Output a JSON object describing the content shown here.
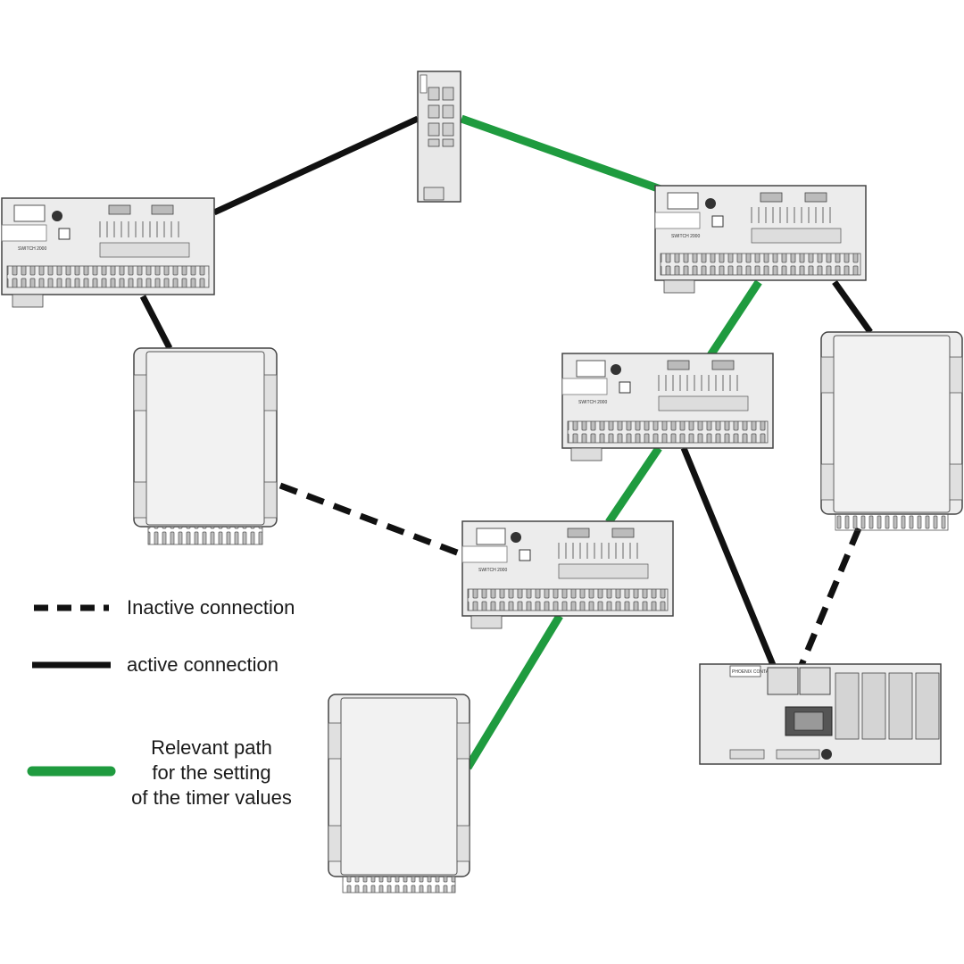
{
  "legend": {
    "inactive": "Inactive connection",
    "active": "active connection",
    "relevant": [
      "Relevant path",
      "for the setting",
      "of the timer values"
    ]
  },
  "colors": {
    "active": "#111111",
    "relevant": "#1f9b3f",
    "inactive": "#111111",
    "device_body": "#ececec",
    "device_stroke": "#555555"
  },
  "devices": {
    "switch_label": "SWITCH 2000",
    "brand_label": "PHOENIX CONTACT"
  }
}
